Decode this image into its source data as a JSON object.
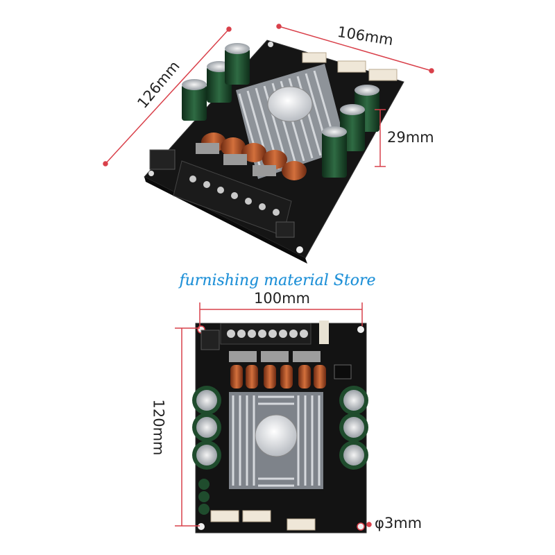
{
  "watermark": "furnishing material Store",
  "top_board": {
    "width_label": "106mm",
    "length_label": "126mm",
    "height_label": "29mm"
  },
  "bottom_board": {
    "width_label": "100mm",
    "length_label": "120mm",
    "hole_label": "φ3mm"
  },
  "colors": {
    "pcb": "#161616",
    "dimension_line": "#d9404a",
    "heatsink": "#c9cdd2",
    "capacitor": "#1e4a2c",
    "inductor": "#b5552a",
    "watermark": "#1d8fd6"
  }
}
